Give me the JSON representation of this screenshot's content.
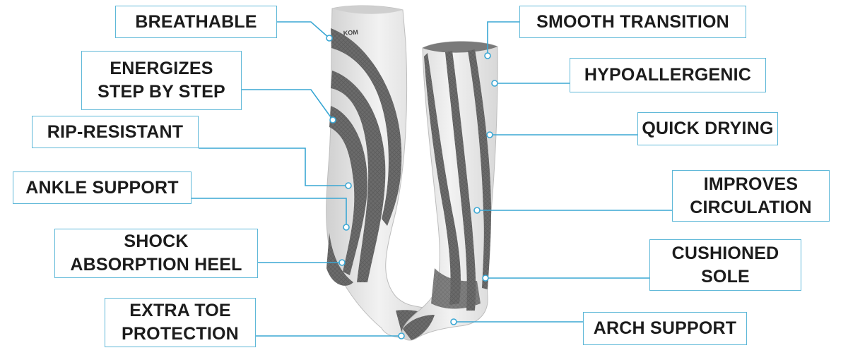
{
  "brand": {
    "sock_logo_text": "KOM"
  },
  "colors": {
    "label_border": "#5fb8d8",
    "leader_line": "#3aa7d4",
    "label_text": "#1c1c1c",
    "sock_light": "#e8e8e8",
    "sock_dark": "#6b6b6b"
  },
  "left_labels": [
    {
      "id": "breathable",
      "text": "BREATHABLE"
    },
    {
      "id": "energizes",
      "text": "ENERGIZES\nSTEP BY STEP"
    },
    {
      "id": "rip-resistant",
      "text": "RIP-RESISTANT"
    },
    {
      "id": "ankle-support",
      "text": "ANKLE SUPPORT"
    },
    {
      "id": "shock-absorption",
      "text": "SHOCK\nABSORPTION HEEL"
    },
    {
      "id": "extra-toe",
      "text": "EXTRA TOE\nPROTECTION"
    }
  ],
  "right_labels": [
    {
      "id": "smooth-transition",
      "text": "SMOOTH TRANSITION"
    },
    {
      "id": "hypoallergenic",
      "text": "HYPOALLERGENIC"
    },
    {
      "id": "quick-drying",
      "text": "QUICK DRYING"
    },
    {
      "id": "improves-circulation",
      "text": "IMPROVES\nCIRCULATION"
    },
    {
      "id": "cushioned-sole",
      "text": "CUSHIONED\nSOLE"
    },
    {
      "id": "arch-support",
      "text": "ARCH SUPPORT"
    }
  ]
}
